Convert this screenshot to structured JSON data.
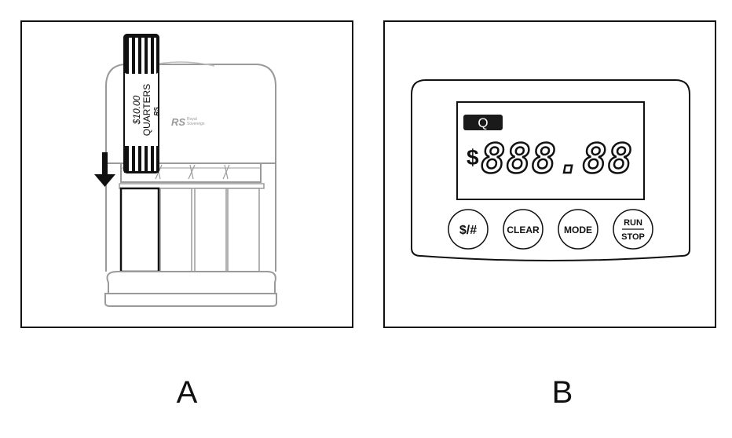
{
  "panels": [
    {
      "label": "A",
      "coin_roll": {
        "value": "$10.00",
        "denomination": "QUARTERS",
        "logo": "RS"
      },
      "machine_logo": {
        "mark": "RS",
        "brand_line1": "Royal",
        "brand_line2": "Sovereign"
      },
      "arrow_icon": "arrow-down-icon"
    },
    {
      "label": "B",
      "display": {
        "mode_badge": "Q",
        "currency_symbol": "$",
        "readout": "888.88"
      },
      "buttons": [
        {
          "id": "dollar-count",
          "label": "$/#"
        },
        {
          "id": "clear",
          "label": "CLEAR"
        },
        {
          "id": "mode",
          "label": "MODE"
        },
        {
          "id": "run-stop",
          "label_top": "RUN",
          "label_bottom": "STOP"
        }
      ]
    }
  ],
  "colors": {
    "outline_light": "#9a9a9a",
    "ink": "#111111",
    "badge_bg": "#1a1a1a",
    "badge_text": "#ffffff"
  }
}
